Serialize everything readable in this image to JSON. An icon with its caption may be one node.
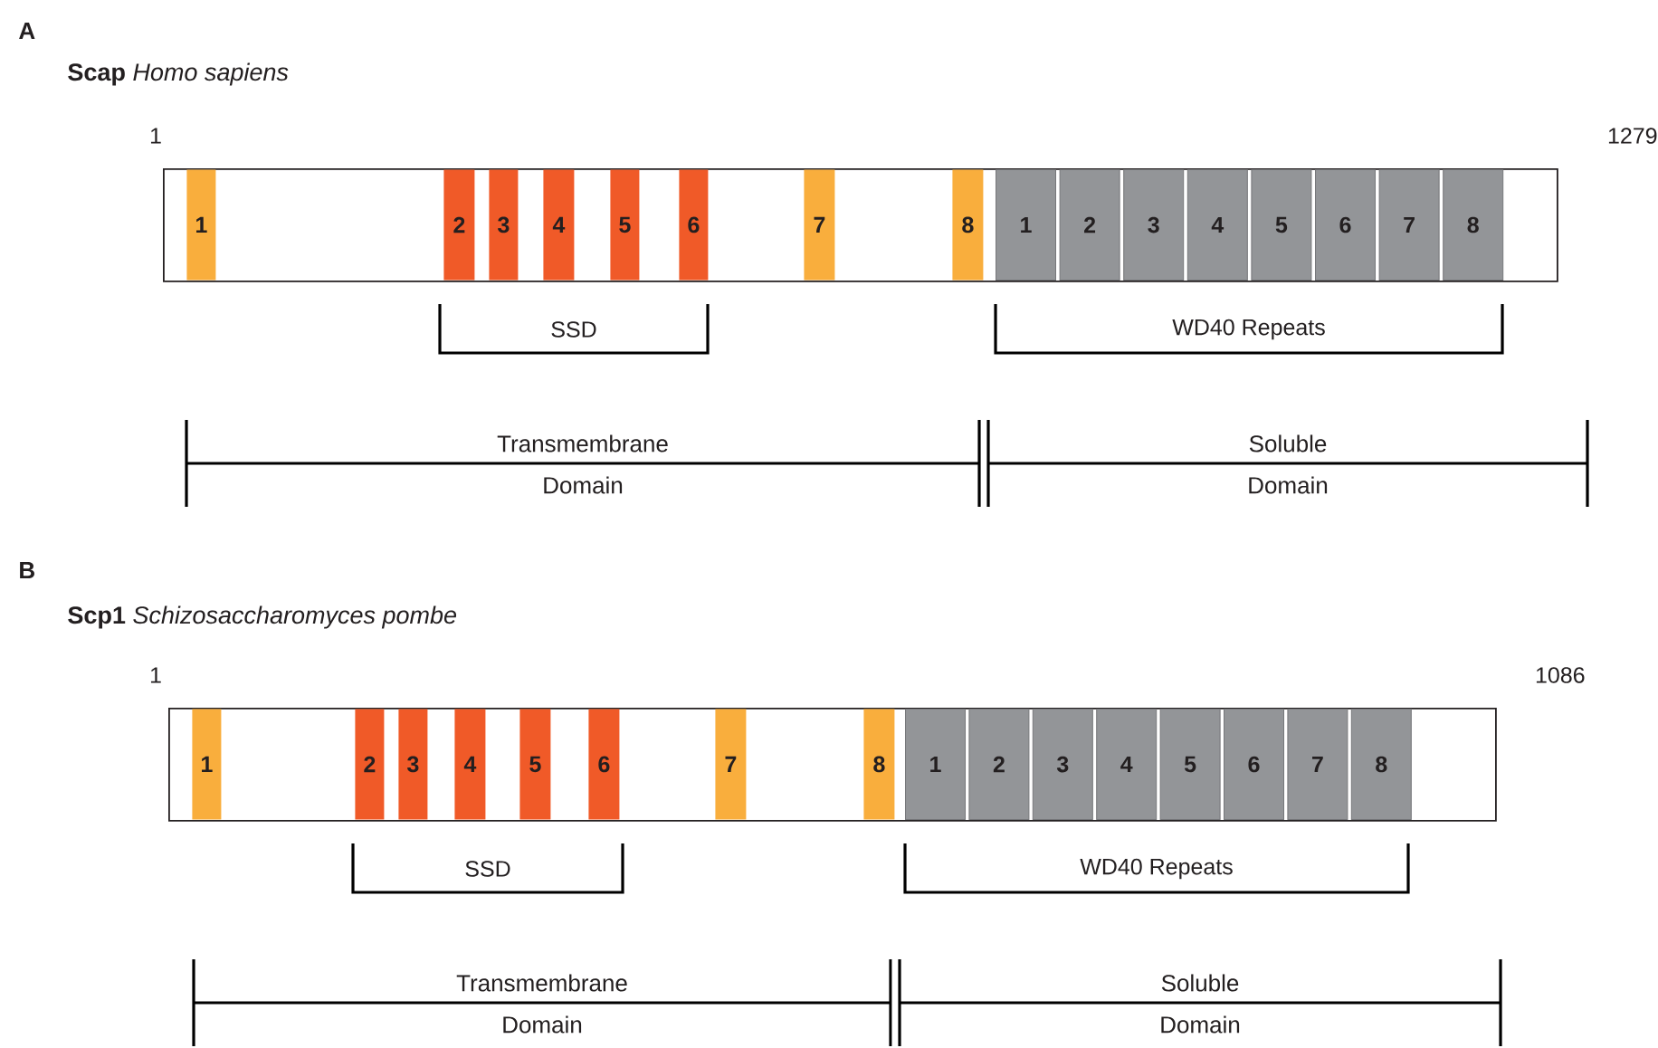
{
  "diagram": {
    "nodes": [
      {
        "text": [],
        "shape": "bar"
      },
      {
        "text": [
          "1"
        ],
        "in": 0
      },
      {
        "text": [
          "2"
        ],
        "in": 0
      },
      {
        "text": [
          "3"
        ],
        "in": 0
      },
      {
        "text": [
          "4"
        ],
        "in": 0
      },
      {
        "text": [
          "5"
        ],
        "in": 0
      },
      {
        "text": [
          "6"
        ],
        "in": 0
      },
      {
        "text": [
          "7"
        ],
        "in": 0
      },
      {
        "text": [
          "8"
        ],
        "in": 0
      },
      {
        "text": [
          "1"
        ],
        "in": 0
      },
      {
        "text": [
          "2"
        ],
        "in": 0
      },
      {
        "text": [
          "3"
        ],
        "in": 0
      },
      {
        "text": [
          "4"
        ],
        "in": 0
      },
      {
        "text": [
          "5"
        ],
        "in": 0
      },
      {
        "text": [
          "6"
        ],
        "in": 0
      },
      {
        "text": [
          "7"
        ],
        "in": 0
      },
      {
        "text": [
          "8"
        ],
        "in": 0
      },
      {
        "text": [],
        "shape": "bar"
      },
      {
        "text": [
          "1"
        ],
        "in": 17
      },
      {
        "text": [
          "2"
        ],
        "in": 17
      },
      {
        "text": [
          "3"
        ],
        "in": 17
      },
      {
        "text": [
          "4"
        ],
        "in": 17
      },
      {
        "text": [
          "5"
        ],
        "in": 17
      },
      {
        "text": [
          "6"
        ],
        "in": 17
      },
      {
        "text": [
          "7"
        ],
        "in": 17
      },
      {
        "text": [
          "8"
        ],
        "in": 17
      },
      {
        "text": [
          "1"
        ],
        "in": 17
      },
      {
        "text": [
          "2"
        ],
        "in": 17
      },
      {
        "text": [
          "3"
        ],
        "in": 17
      },
      {
        "text": [
          "4"
        ],
        "in": 17
      },
      {
        "text": [
          "5"
        ],
        "in": 17
      },
      {
        "text": [
          "6"
        ],
        "in": 17
      },
      {
        "text": [
          "7"
        ],
        "in": 17
      },
      {
        "text": [
          "8"
        ],
        "in": 17
      }
    ],
    "labels": [
      "A",
      "**Scap** *Homo sapiens*",
      "1",
      "1279",
      "SSD",
      "WD40 Repeats",
      "Transmembrane Domain",
      "Soluble Domain",
      "B",
      "**Scp1** *Schizosaccharomyces pombe*",
      "1",
      "1086",
      "SSD",
      "WD40 Repeats",
      "Transmembrane Domain",
      "Soluble Domain"
    ]
  }
}
